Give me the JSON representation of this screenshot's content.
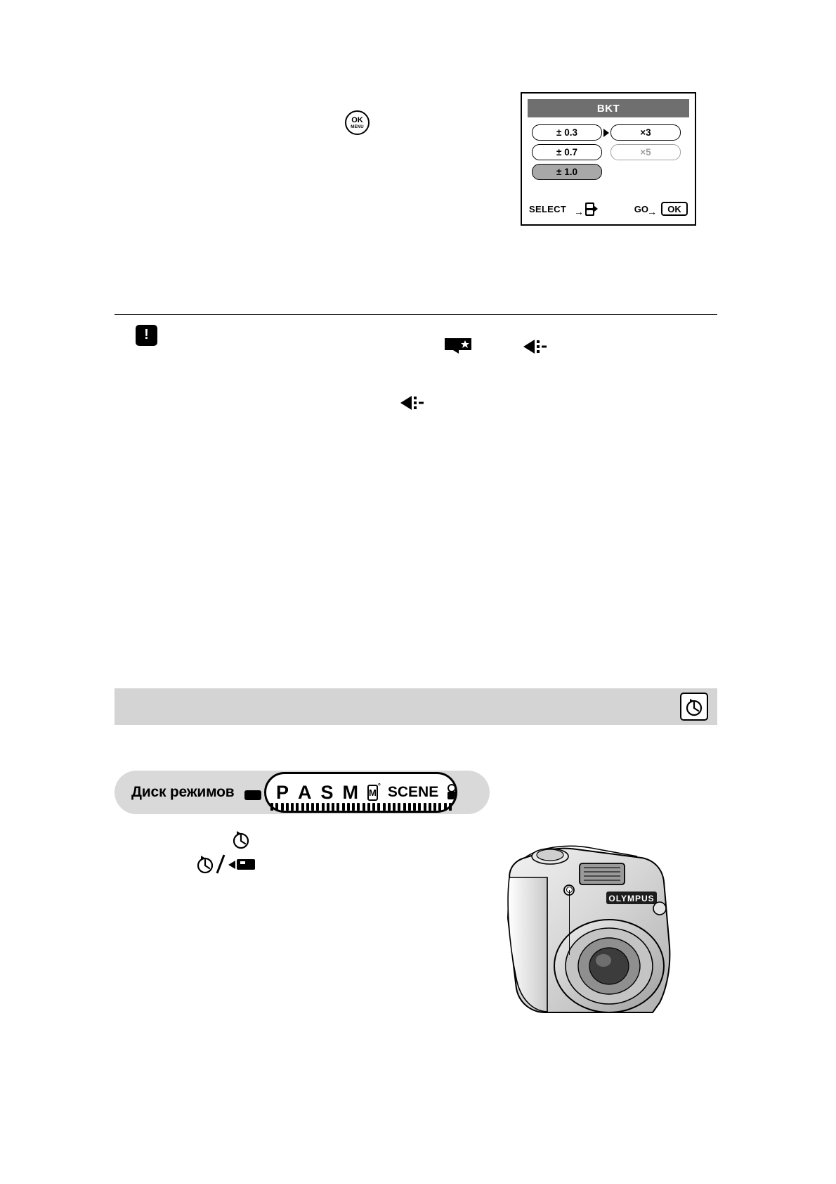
{
  "bkt_panel": {
    "title": "BKT",
    "exposure_options": [
      {
        "label": "± 0.3",
        "selected": false
      },
      {
        "label": "± 0.7",
        "selected": false
      },
      {
        "label": "± 1.0",
        "selected": true
      }
    ],
    "count_options": [
      {
        "label": "×3",
        "enabled": true
      },
      {
        "label": "×5",
        "enabled": false
      }
    ],
    "footer": {
      "select_label": "SELECT",
      "select_arrow": "→",
      "pad_icon": "dpad-icon",
      "go_label": "GO",
      "go_arrow": "→",
      "ok_badge": "OK"
    }
  },
  "ok_menu_button": {
    "primary": "OK",
    "secondary": "MENU",
    "icon": "ok-menu-button-icon"
  },
  "note_section": {
    "warning_icon": "exclamation-warning-icon",
    "mymode_icon": "my-mode-flag-icon",
    "flash_icon_1": "flash-icon",
    "flash_icon_2": "flash-icon"
  },
  "selftimer_section": {
    "icon": "self-timer-icon"
  },
  "mode_dial": {
    "label": "Диск режимов",
    "items": [
      {
        "label": "P",
        "type": "letter"
      },
      {
        "label": "A",
        "type": "letter"
      },
      {
        "label": "S",
        "type": "letter"
      },
      {
        "label": "M",
        "type": "letter"
      },
      {
        "label": "M",
        "type": "mymode",
        "superscript": "°"
      },
      {
        "label": "SCENE",
        "type": "word"
      },
      {
        "label": "movie-camera-icon",
        "type": "icon"
      }
    ]
  },
  "selftimer_icons": {
    "inline": "self-timer-icon",
    "combo": "self-timer-slash-remote-icon"
  },
  "camera_photo": {
    "brand_text": "OLYMPUS",
    "caption": "camera-front-photo",
    "lamp_callout": "self-timer-lamp-leader"
  }
}
